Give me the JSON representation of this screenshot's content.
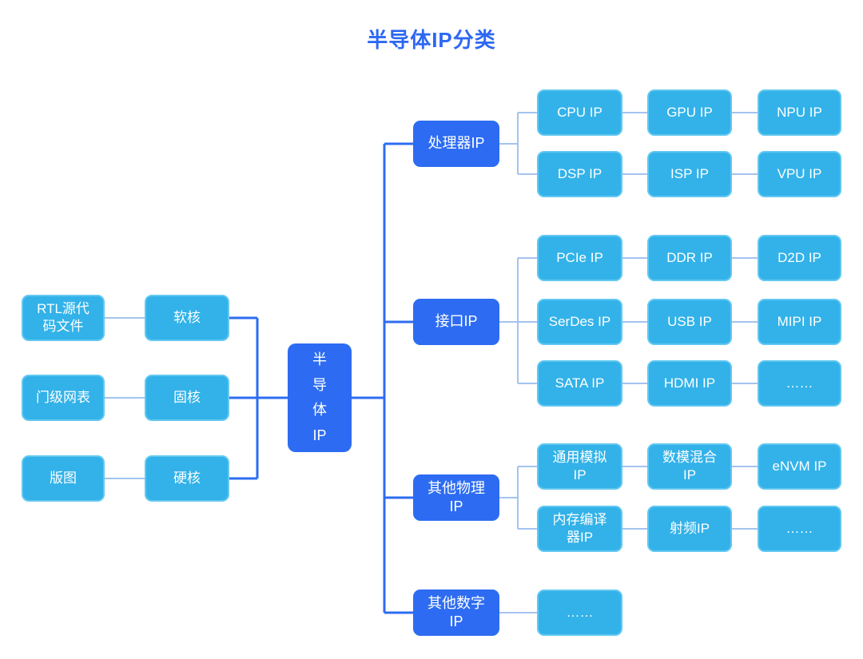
{
  "title": "半导体IP分类",
  "colors": {
    "dark_blue": "#2d6cf2",
    "light_blue": "#32b2e9",
    "light_box_border": "#63c8f1",
    "light_connector": "#a4c3ef",
    "dark_connector": "#2d6cf2",
    "title_text": "#2d68f3",
    "node_text": "#ffffff"
  },
  "root": {
    "label": "半\n导\n体\nIP"
  },
  "left": {
    "pairs": [
      {
        "source": "RTL源代\n码文件",
        "core": "软核"
      },
      {
        "source": "门级网表",
        "core": "固核"
      },
      {
        "source": "版图",
        "core": "硬核"
      }
    ]
  },
  "right": {
    "branches": [
      {
        "label": "处理器IP",
        "rows": [
          [
            "CPU IP",
            "GPU IP",
            "NPU IP"
          ],
          [
            "DSP IP",
            "ISP IP",
            "VPU IP"
          ]
        ]
      },
      {
        "label": "接口IP",
        "rows": [
          [
            "PCIe IP",
            "DDR IP",
            "D2D IP"
          ],
          [
            "SerDes IP",
            "USB IP",
            "MIPI IP"
          ],
          [
            "SATA IP",
            "HDMI IP",
            "……"
          ]
        ]
      },
      {
        "label": "其他物理\nIP",
        "rows": [
          [
            "通用模拟\nIP",
            "数模混合\nIP",
            "eNVM IP"
          ],
          [
            "内存编译\n器IP",
            "射频IP",
            "……"
          ]
        ]
      },
      {
        "label": "其他数字\nIP",
        "rows": [
          [
            "……"
          ]
        ]
      }
    ]
  }
}
